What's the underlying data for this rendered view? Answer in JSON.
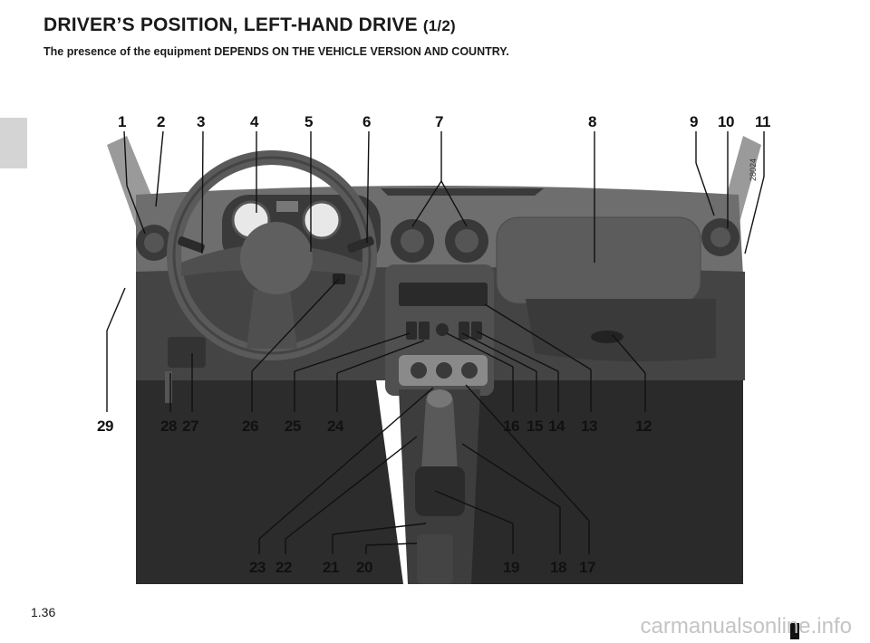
{
  "header": {
    "title": "DRIVER’S POSITION, LEFT-HAND DRIVE",
    "part": "(1/2)",
    "subtitle": "The presence of the equipment DEPENDS ON THE VEHICLE VERSION AND COUNTRY."
  },
  "figure": {
    "reference": "28024",
    "callouts": [
      "1",
      "2",
      "3",
      "4",
      "5",
      "6",
      "7",
      "8",
      "9",
      "10",
      "11",
      "12",
      "13",
      "14",
      "15",
      "16",
      "17",
      "18",
      "19",
      "20",
      "21",
      "22",
      "23",
      "24",
      "25",
      "26",
      "27",
      "28",
      "29"
    ]
  },
  "footer": {
    "page_number": "1.36",
    "watermark": "carmanualsonline.info"
  }
}
